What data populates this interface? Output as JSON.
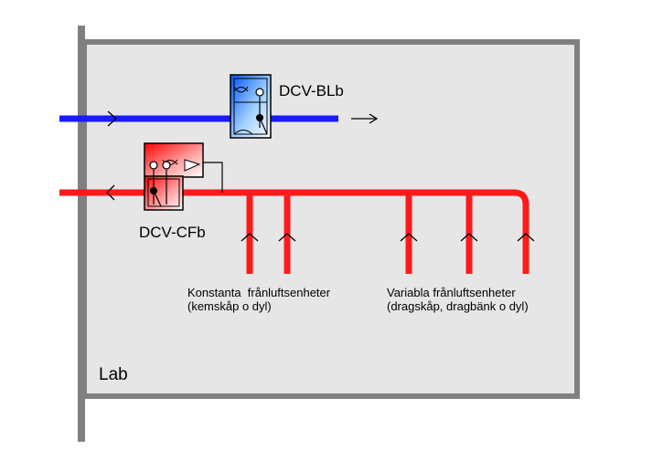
{
  "room": {
    "label": "Lab"
  },
  "supply_unit": {
    "label": "DCV-BLb",
    "color": "#1a1aff"
  },
  "exhaust_unit": {
    "label": "DCV-CFb",
    "color": "#ff1a1a"
  },
  "constant_exhaust": {
    "line1": "Konstanta  frånluftsenheter",
    "line2": "(kemskåp o dyl)"
  },
  "variable_exhaust": {
    "line1": "Variabla frånluftsenheter",
    "line2": "(dragskåp, dragbänk o dyl)"
  },
  "colors": {
    "wall": "#808080",
    "room_fill": "#e6e6e6",
    "supply_duct": "#1a1aff",
    "exhaust_duct": "#ff1a1a"
  }
}
